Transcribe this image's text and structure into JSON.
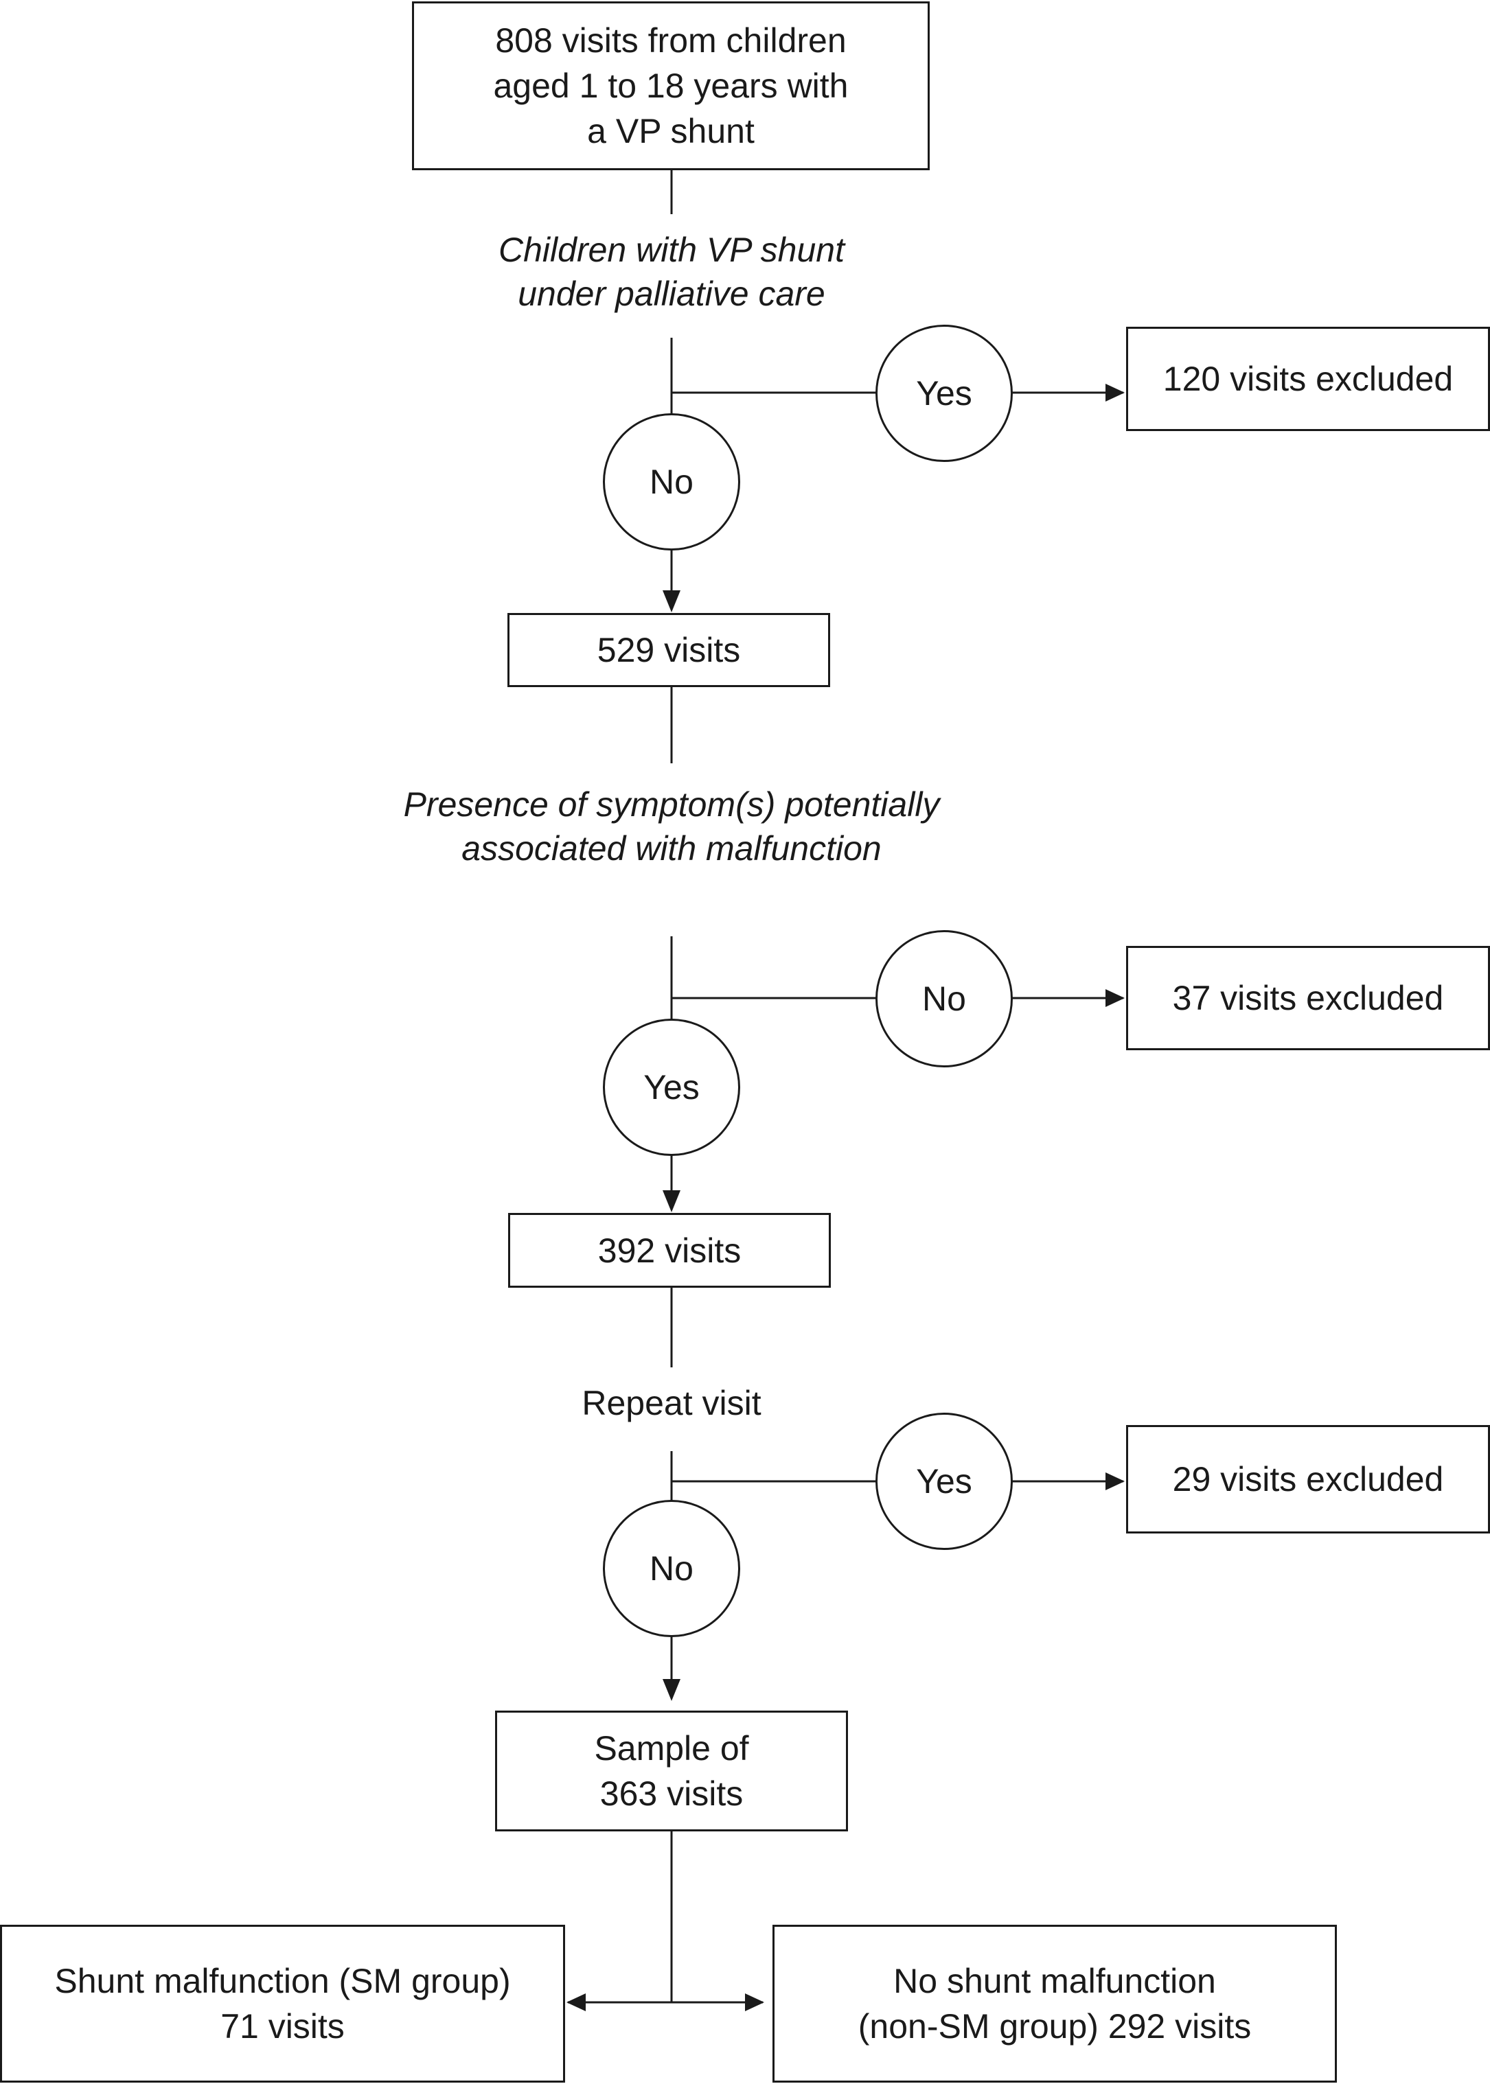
{
  "boxes": {
    "start": [
      "808 visits from children",
      "aged 1 to 18 years with",
      "a VP shunt"
    ],
    "excluded1": "120 visits excluded",
    "step529": "529 visits",
    "excluded2": "37 visits excluded",
    "step392": "392 visits",
    "excluded3": "29 visits excluded",
    "sample": [
      "Sample of",
      "363 visits"
    ],
    "sm_group": [
      "Shunt malfunction (SM group)",
      "71 visits"
    ],
    "non_sm_group": [
      "No shunt malfunction",
      "(non-SM group) 292 visits"
    ]
  },
  "criteria": {
    "palliative": [
      "Children with VP shunt",
      "under palliative care"
    ],
    "symptoms": [
      "Presence of symptom(s) potentially",
      "associated with malfunction"
    ],
    "repeat": "Repeat visit"
  },
  "decisions": {
    "d1_right": "Yes",
    "d1_down": "No",
    "d2_right": "No",
    "d2_down": "Yes",
    "d3_right": "Yes",
    "d3_down": "No"
  }
}
